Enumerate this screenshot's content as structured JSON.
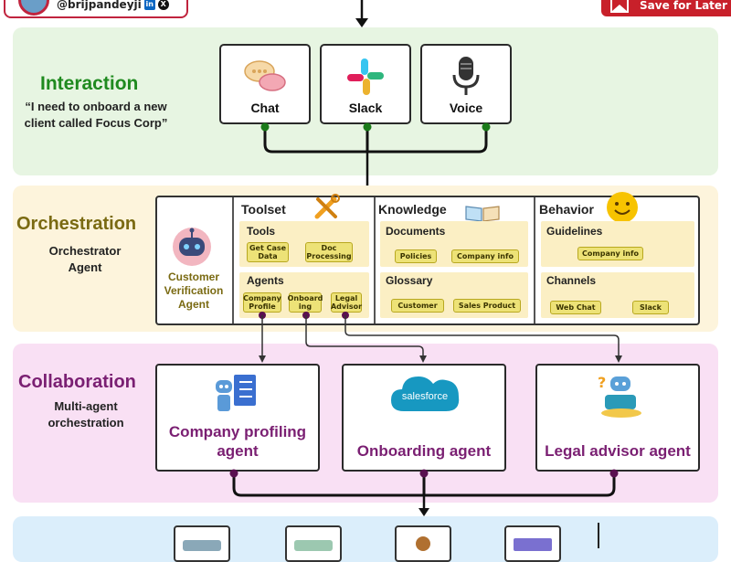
{
  "header": {
    "author_handle": "@brijpandeyji",
    "linkedin_glyph": "in",
    "x_glyph": "X",
    "save_label": "Save for Later"
  },
  "interaction": {
    "title": "Interaction",
    "quote": "“I need to onboard a new client called Focus Corp”",
    "channels": [
      {
        "label": "Chat",
        "icon": "chat-bubbles-icon"
      },
      {
        "label": "Slack",
        "icon": "slack-logo-icon"
      },
      {
        "label": "Voice",
        "icon": "microphone-icon"
      }
    ]
  },
  "orchestration": {
    "title": "Orchestration",
    "subtitle": "Orchestrator Agent",
    "agent_label": "Customer Verification Agent",
    "toolset": {
      "header": "Toolset",
      "tools_label": "Tools",
      "tools": [
        "Get Case Data",
        "Doc Processing"
      ],
      "agents_label": "Agents",
      "agents": [
        "Company Profile",
        "Onboard ing",
        "Legal Advisor"
      ]
    },
    "knowledge": {
      "header": "Knowledge",
      "documents_label": "Documents",
      "documents": [
        "Policies",
        "Company info"
      ],
      "glossary_label": "Glossary",
      "glossary": [
        "Customer",
        "Sales Product"
      ]
    },
    "behavior": {
      "header": "Behavior",
      "guidelines_label": "Guidelines",
      "guidelines": [
        "Company info"
      ],
      "channels_label": "Channels",
      "channels": [
        "Web Chat",
        "Slack"
      ]
    }
  },
  "collaboration": {
    "title": "Collaboration",
    "subtitle": "Multi-agent orchestration",
    "agents": [
      {
        "label": "Company profiling agent",
        "icon": "robot-checklist-icon"
      },
      {
        "label": "Onboarding agent",
        "icon": "salesforce-cloud-icon",
        "logo_text": "salesforce"
      },
      {
        "label": "Legal advisor agent",
        "icon": "robot-thinking-icon"
      }
    ]
  },
  "colors": {
    "interaction": "#1f8a1f",
    "orchestration": "#7a6a12",
    "collaboration": "#7a1f72",
    "brand_red": "#c8202a",
    "chip": "#ede277"
  }
}
